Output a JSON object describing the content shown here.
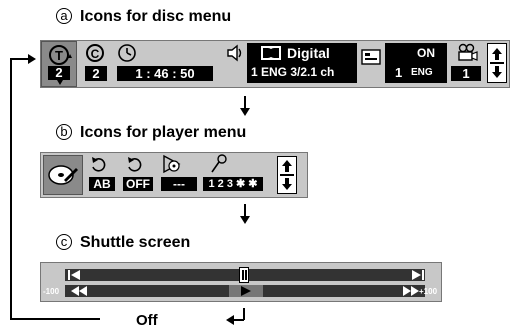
{
  "sections": {
    "a": {
      "letter": "a",
      "title": "Icons for disc menu"
    },
    "b": {
      "letter": "b",
      "title": "Icons for player menu"
    },
    "c": {
      "letter": "c",
      "title": "Shuttle screen"
    }
  },
  "disc_menu": {
    "title_value": "2",
    "chapter_value": "2",
    "time_value": "1 : 46 : 50",
    "audio_format": "Digital",
    "audio_detail": "1 ENG  3/2.1 ch",
    "subtitle_on": "ON",
    "subtitle_value": "1",
    "subtitle_lang": "ENG",
    "angle_value": "1"
  },
  "player_menu": {
    "repeat_ab": "AB",
    "repeat_mode": "OFF",
    "marker_value": "---",
    "bookmark_value": "1 2 3 ✱ ✱"
  },
  "shuttle": {
    "left_label": "-100",
    "right_label": "+100"
  },
  "off_label": "Off",
  "colors": {
    "panel": "#c8c8c8",
    "dark": "#000000",
    "bar": "#333333"
  },
  "icons": [
    "title-icon",
    "chapter-icon",
    "clock-icon",
    "speaker-icon",
    "dolby-icon",
    "subtitle-icon",
    "camera-icon",
    "up-down-arrow-icon",
    "repeat-icon",
    "marker-icon",
    "pin-icon",
    "skip-back-icon",
    "pause-icon",
    "skip-forward-icon",
    "rewind-icon",
    "play-icon",
    "fast-forward-icon",
    "return-arrow-icon"
  ]
}
